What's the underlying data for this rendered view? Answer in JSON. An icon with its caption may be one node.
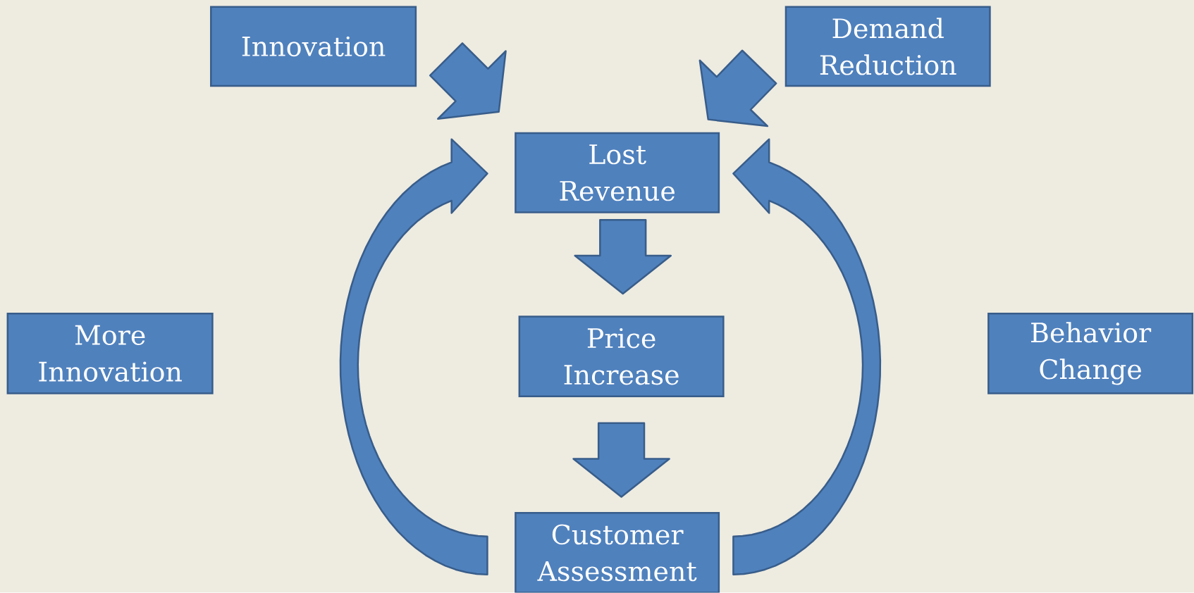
{
  "diagram": {
    "nodes": [
      {
        "text": [
          "Innovation"
        ]
      },
      {
        "text": [
          "Demand Reduction"
        ]
      },
      {
        "text": [
          "Lost Revenue"
        ]
      },
      {
        "text": [
          "More Innovation"
        ]
      },
      {
        "text": [
          "Price Increase"
        ]
      },
      {
        "text": [
          "Behavior Change"
        ]
      },
      {
        "text": [
          "Customer Assessment"
        ]
      }
    ],
    "edges": [
      {
        "from": 0,
        "to": 2,
        "arrow": "to"
      },
      {
        "from": 1,
        "to": 2,
        "arrow": "to"
      },
      {
        "from": 2,
        "to": 4,
        "arrow": "to"
      },
      {
        "from": 4,
        "to": 6,
        "arrow": "to"
      },
      {
        "from": 6,
        "to": 2,
        "arrow": "to"
      },
      {
        "from": 6,
        "to": 2,
        "arrow": "to"
      }
    ]
  }
}
